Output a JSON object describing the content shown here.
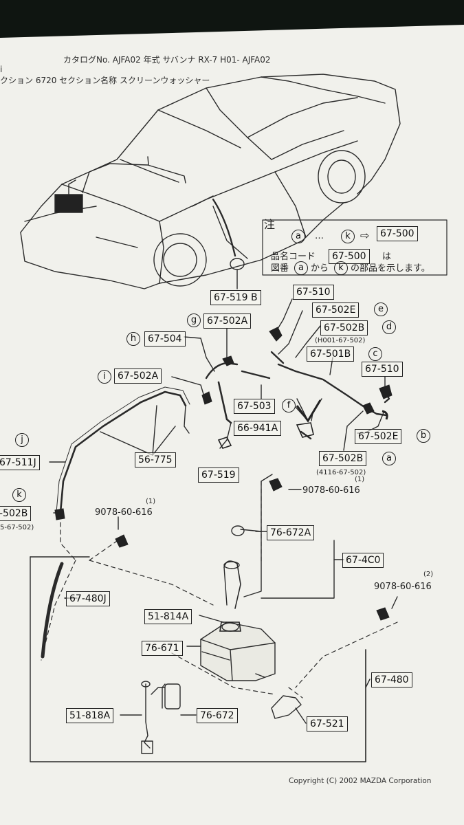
{
  "header": {
    "line1": "カタログNo. AJFA02   年式  サバンナ RX-7 H01- AJFA02",
    "line2": "クション  6720  セクション名称  スクリーンウォッシャー",
    "edge_mark": "i"
  },
  "note": {
    "title": "注",
    "row1_from": "a",
    "row1_dots": "…",
    "row1_to": "k",
    "row1_arrow": "⇨",
    "row1_part": "67-500",
    "row2_prefix": "品名コード",
    "row2_part": "67-500",
    "row2_suffix": "は",
    "row3_prefix": "図番",
    "row3_from": "a",
    "row3_mid": "から",
    "row3_to": "k",
    "row3_suffix": "の部品を示します。"
  },
  "parts": {
    "p67_519B": "67-519 B",
    "p67_510_top": "67-510",
    "p67_502E_top": "67-502E",
    "p67_502A_g": "67-502A",
    "p67_502B_d": "67-502B",
    "sub_d": "(H001-67-502)",
    "p67_504": "67-504",
    "p67_501B": "67-501B",
    "p67_502A_i": "67-502A",
    "p67_510_right": "67-510",
    "p67_503": "67-503",
    "p66_941A": "66-941A",
    "p67_502E_b": "67-502E",
    "p67_511J": "67-511J",
    "p56_775": "56-775",
    "p67_502B_a": "67-502B",
    "sub_a": "(4116-67-502)",
    "p67_519": "67-519",
    "p67_502B_k": "-502B",
    "sub_k": "5-67-502)",
    "bolt_upper_qty": "(1)",
    "bolt_upper": "9078-60-616",
    "bolt_left_qty": "(1)",
    "bolt_left": "9078-60-616",
    "p76_672A": "76-672A",
    "p67_4C0": "67-4C0",
    "bolt_right_qty": "(2)",
    "bolt_right": "9078-60-616",
    "p67_480J": "67-480J",
    "p51_814A": "51-814A",
    "p76_671": "76-671",
    "p67_480": "67-480",
    "p51_818A": "51-818A",
    "p76_672": "76-672",
    "p67_521": "67-521"
  },
  "callouts": {
    "e": "e",
    "d": "d",
    "c": "c",
    "g": "g",
    "h": "h",
    "i": "i",
    "f": "f",
    "b": "b",
    "a": "a",
    "j": "j",
    "k": "k"
  },
  "copyright": "Copyright (C) 2002 MAZDA Corporation",
  "colors": {
    "paper": "#f1f1ec",
    "ink": "#222222",
    "background": "#0f1511"
  }
}
